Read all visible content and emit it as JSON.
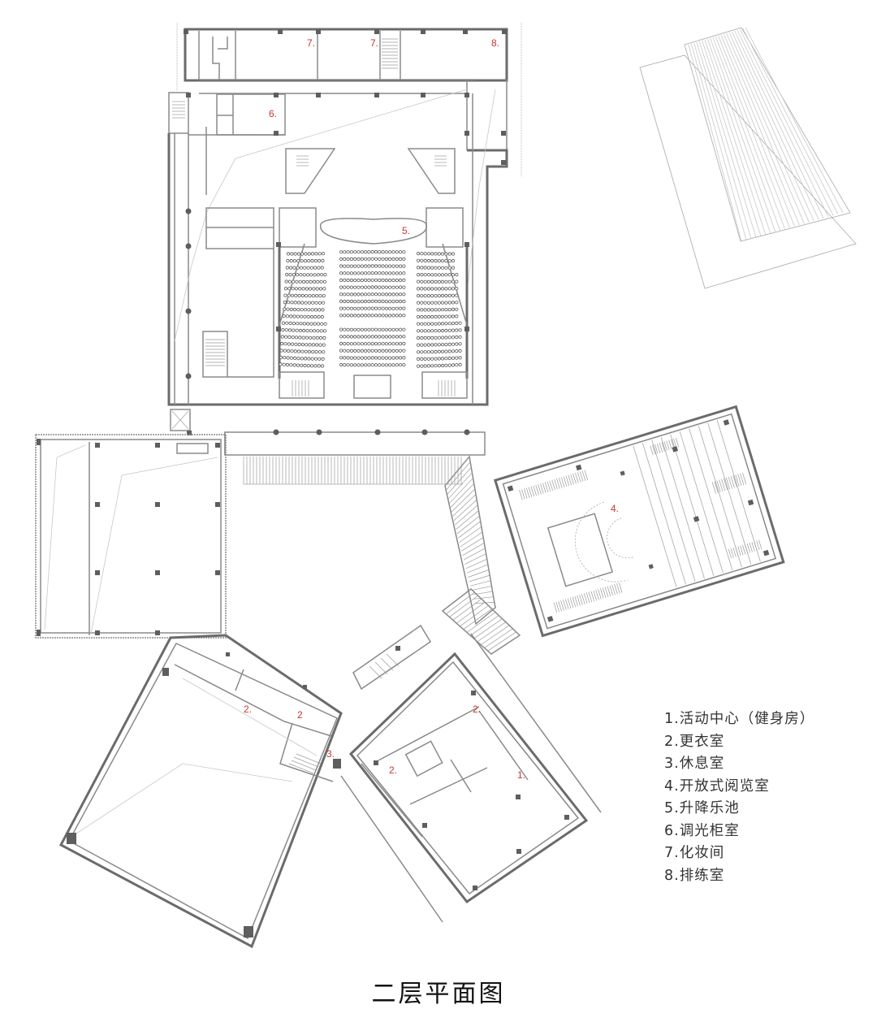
{
  "title": "二层平面图",
  "legend": {
    "items": [
      {
        "num": "1.",
        "label": "活动中心（健身房）"
      },
      {
        "num": "2.",
        "label": "更衣室"
      },
      {
        "num": "3.",
        "label": "休息室"
      },
      {
        "num": "4.",
        "label": "开放式阅览室"
      },
      {
        "num": "5.",
        "label": "升降乐池"
      },
      {
        "num": "6.",
        "label": "调光柜室"
      },
      {
        "num": "7.",
        "label": "化妆间"
      },
      {
        "num": "8.",
        "label": "排练室"
      }
    ]
  },
  "room_labels": {
    "r7a": "7.",
    "r7b": "7.",
    "r8": "8.",
    "r6": "6.",
    "r5": "5.",
    "r4": "4.",
    "r2a": "2.",
    "r2b": "2",
    "r3": "3.",
    "r2c": "2.",
    "r2d": "2.",
    "r1": "1."
  },
  "colors": {
    "label_red": "#c8362f",
    "wall_gray": "#6b6b6b",
    "text_dark": "#333333"
  }
}
